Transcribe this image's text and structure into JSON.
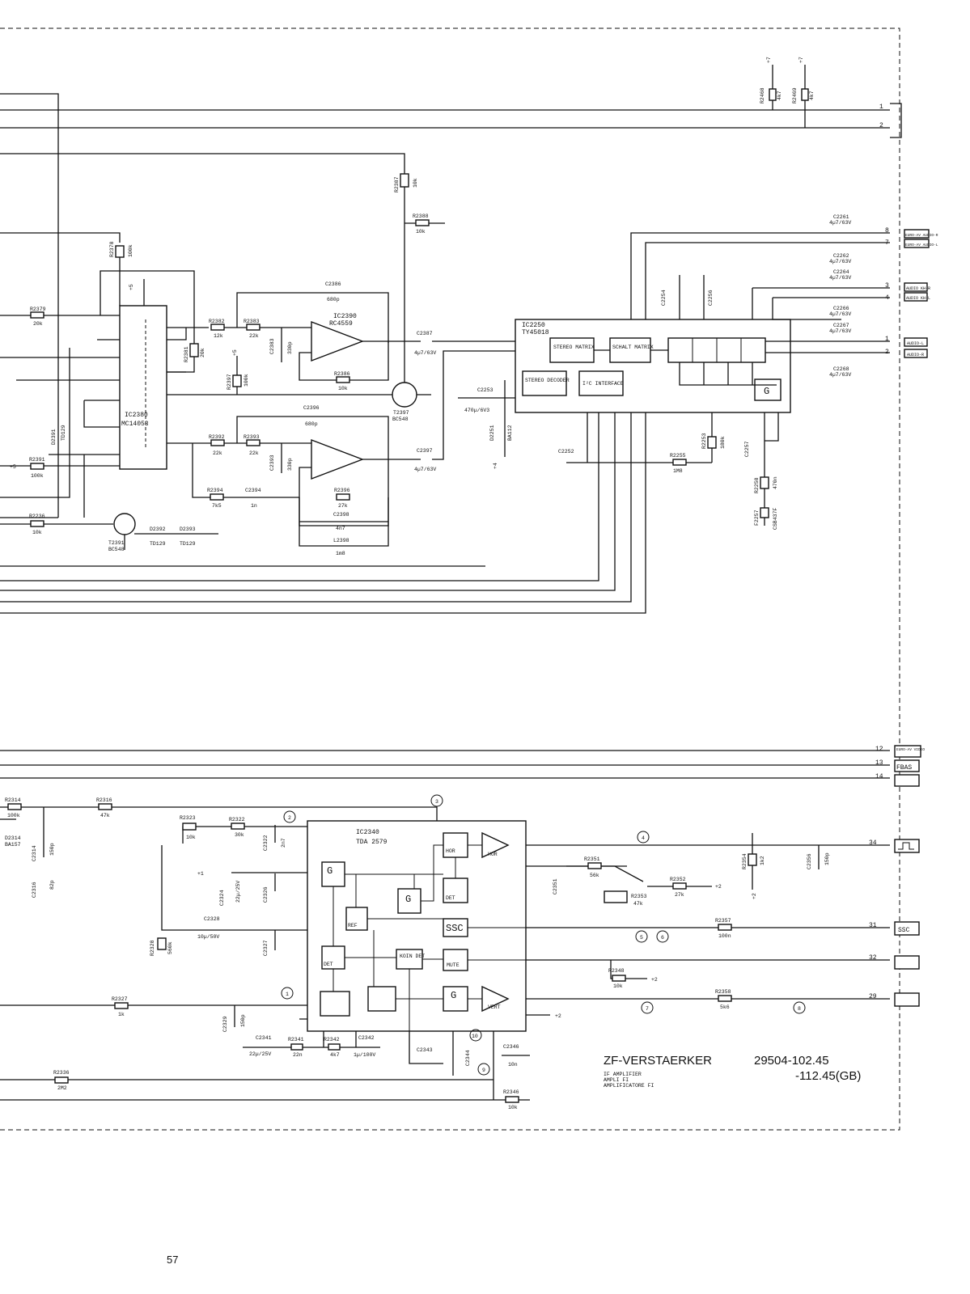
{
  "title": {
    "main": "ZF-VERSTAERKER",
    "sub1": "IF AMPLIFIER",
    "sub2": "AMPLI FI",
    "sub3": "AMPLIFICATORE FI",
    "code1": "29504-102.45",
    "code2": "-112.45(GB)"
  },
  "page_number": "57",
  "ics": {
    "ic2380": {
      "name": "IC2380",
      "type": "MC14053"
    },
    "ic2390": {
      "name": "IC2390",
      "type": "RC4559"
    },
    "ic2250": {
      "name": "IC2250",
      "type": "TY45018"
    },
    "ic2340": {
      "name": "IC2340",
      "type": "TDA 2579"
    }
  },
  "ic2250_blocks": {
    "stereo_matrix": "STEREO MATRIX",
    "schalt_matrix": "SCHALT MATRIX",
    "stereo_decoder": "STEREO DECODER",
    "i2c": "I²C INTERFACE",
    "g": "G"
  },
  "ic2340_blocks": {
    "g_hor": "G",
    "g_tast": "G",
    "det1": "DET",
    "ref": "REF",
    "det2": "DET",
    "koin_det": "KOIN DET",
    "ssc": "SSC",
    "mute": "MUTE",
    "g_vert": "G",
    "hor": "HOR",
    "vert": "VERT"
  },
  "connectors_right": {
    "audio_top": [
      "EURO-AV AUDIO-R",
      "EURO-AV AUDIO-L"
    ],
    "audio_kh": [
      "AUDIO KH-R",
      "AUDIO KH-L"
    ],
    "audio_lr": [
      "AUDIO-L",
      "AUDIO-R"
    ],
    "video": [
      "EURO-AV VIDEO",
      "FBAS"
    ],
    "ssc": "SSC"
  },
  "pins_right": [
    "1",
    "2",
    "8",
    "7",
    "3",
    "4",
    "1",
    "2",
    "12",
    "13",
    "14",
    "34",
    "31",
    "32",
    "29"
  ],
  "components": {
    "r2468": "R2468",
    "r2468v": "4k7",
    "r2469": "R2469",
    "r2469v": "4k7",
    "c2261": "C2261",
    "c2261v": "4µ7/63V",
    "c2262": "C2262",
    "c2262v": "4µ7/63V",
    "c2264": "C2264",
    "c2264v": "4µ7/63V",
    "c2266": "C2266",
    "c2266v": "4µ7/63V",
    "c2267": "C2267",
    "c2267v": "4µ7/63V",
    "c2268": "C2268",
    "c2268v": "4µ7/63V",
    "r2387": "R2387",
    "r2387v": "10k",
    "r2388": "R2388",
    "r2388v": "10k",
    "r2378": "R2378",
    "r2378v": "100k",
    "c2386": "C2386",
    "c2386v": "680p",
    "r2379": "R2379",
    "r2379v": "20k",
    "r2382": "R2382",
    "r2382v": "12k",
    "r2383": "R2383",
    "r2383v": "22k",
    "c2383": "C2383",
    "c2383v": "330p",
    "r2381": "R2381",
    "r2381v": "20k",
    "r2386": "R2386",
    "r2386v": "10k",
    "c2387": "C2387",
    "c2387v": "4µ7/63V",
    "t2397": "T2397",
    "t2397v": "BC548",
    "r2397": "R2397",
    "r2397v": "100k",
    "c2396": "C2396",
    "c2396v": "680p",
    "r2392": "R2392",
    "r2392v": "22k",
    "r2393": "R2393",
    "r2393v": "22k",
    "c2393": "C2393",
    "c2393v": "330p",
    "c2397": "C2397",
    "c2397v": "4µ7/63V",
    "r2394": "R2394",
    "r2394v": "7k5",
    "c2394": "C2394",
    "c2394v": "1n",
    "r2396": "R2396",
    "r2396v": "27k",
    "c2398": "C2398",
    "c2398v": "4n7",
    "l2398": "L2398",
    "l2398v": "1m8",
    "r2391": "R2391",
    "r2391v": "100k",
    "d2391": "D2391",
    "d2391v": "TD129",
    "r2236": "R2236",
    "r2236v": "10k",
    "t2391": "T2391",
    "t2391v": "BC548",
    "d2392": "D2392",
    "d2392v": "TD129",
    "d2393": "D2393",
    "d2393v": "TD129",
    "c2253": "C2253",
    "c2253v": "470µ/6V3",
    "d2251": "D2251",
    "d2251v": "BA112",
    "c2252": "C2252",
    "r2255": "R2255",
    "r2255v": "1M8",
    "r2253": "R2253",
    "r2253v": "180k",
    "c2257": "C2257",
    "r2258": "R2258",
    "r2258v": "470n",
    "f2257": "F2257",
    "f2257v": "CSB437F",
    "c2254": "C2254",
    "c2256": "C2256",
    "r2314": "R2314",
    "r2314v": "100k",
    "r2316": "R2316",
    "r2316v": "47k",
    "d2314": "D2314",
    "d2314v": "BA157",
    "c2314": "C2314",
    "c2314v": "150p",
    "c2316": "C2316",
    "c2316v": "82p",
    "r2323": "R2323",
    "r2323v": "10k",
    "r2322": "R2322",
    "r2322v": "30k",
    "c2322": "C2322",
    "c2322v": "2n7",
    "c2324": "C2324",
    "c2324v": "22µ/25V",
    "c2326": "C2326",
    "c2328": "C2328",
    "c2328v": "10µ/50V",
    "r2328": "R2328",
    "r2328v": "560k",
    "c2327": "C2327",
    "r2327": "R2327",
    "r2327v": "1k",
    "c2329": "C2329",
    "c2329v": "150p",
    "c2341": "C2341",
    "c2341v": "22µ/25V",
    "r2341": "R2341",
    "r2341v": "22n",
    "r2342": "R2342",
    "r2342v": "4k7",
    "c2342": "C2342",
    "c2342v": "1µ/100V",
    "c2343": "C2343",
    "c2344": "C2344",
    "c2346": "C2346",
    "c2346v": "10n",
    "r2346": "R2346",
    "r2346v": "10k",
    "r2336": "R2336",
    "r2336v": "2M2",
    "r2351": "R2351",
    "r2351v": "56k",
    "c2351": "C2351",
    "r2353": "R2353",
    "r2353v": "47k",
    "r2352": "R2352",
    "r2352v": "27k",
    "r2354": "R2354",
    "r2354v": "1k2",
    "c2356": "C2356",
    "c2356v": "150p",
    "r2357": "R2357",
    "r2357v": "100n",
    "r2348": "R2348",
    "r2348v": "10k",
    "r2358": "R2358",
    "r2358v": "5k6"
  },
  "rails": {
    "p7": "+7",
    "p5": "+5",
    "p4": "+4",
    "p2": "+2",
    "p1": "+1"
  },
  "measure_points": [
    "1",
    "2",
    "3",
    "4",
    "5",
    "6",
    "7",
    "8",
    "9",
    "10"
  ]
}
